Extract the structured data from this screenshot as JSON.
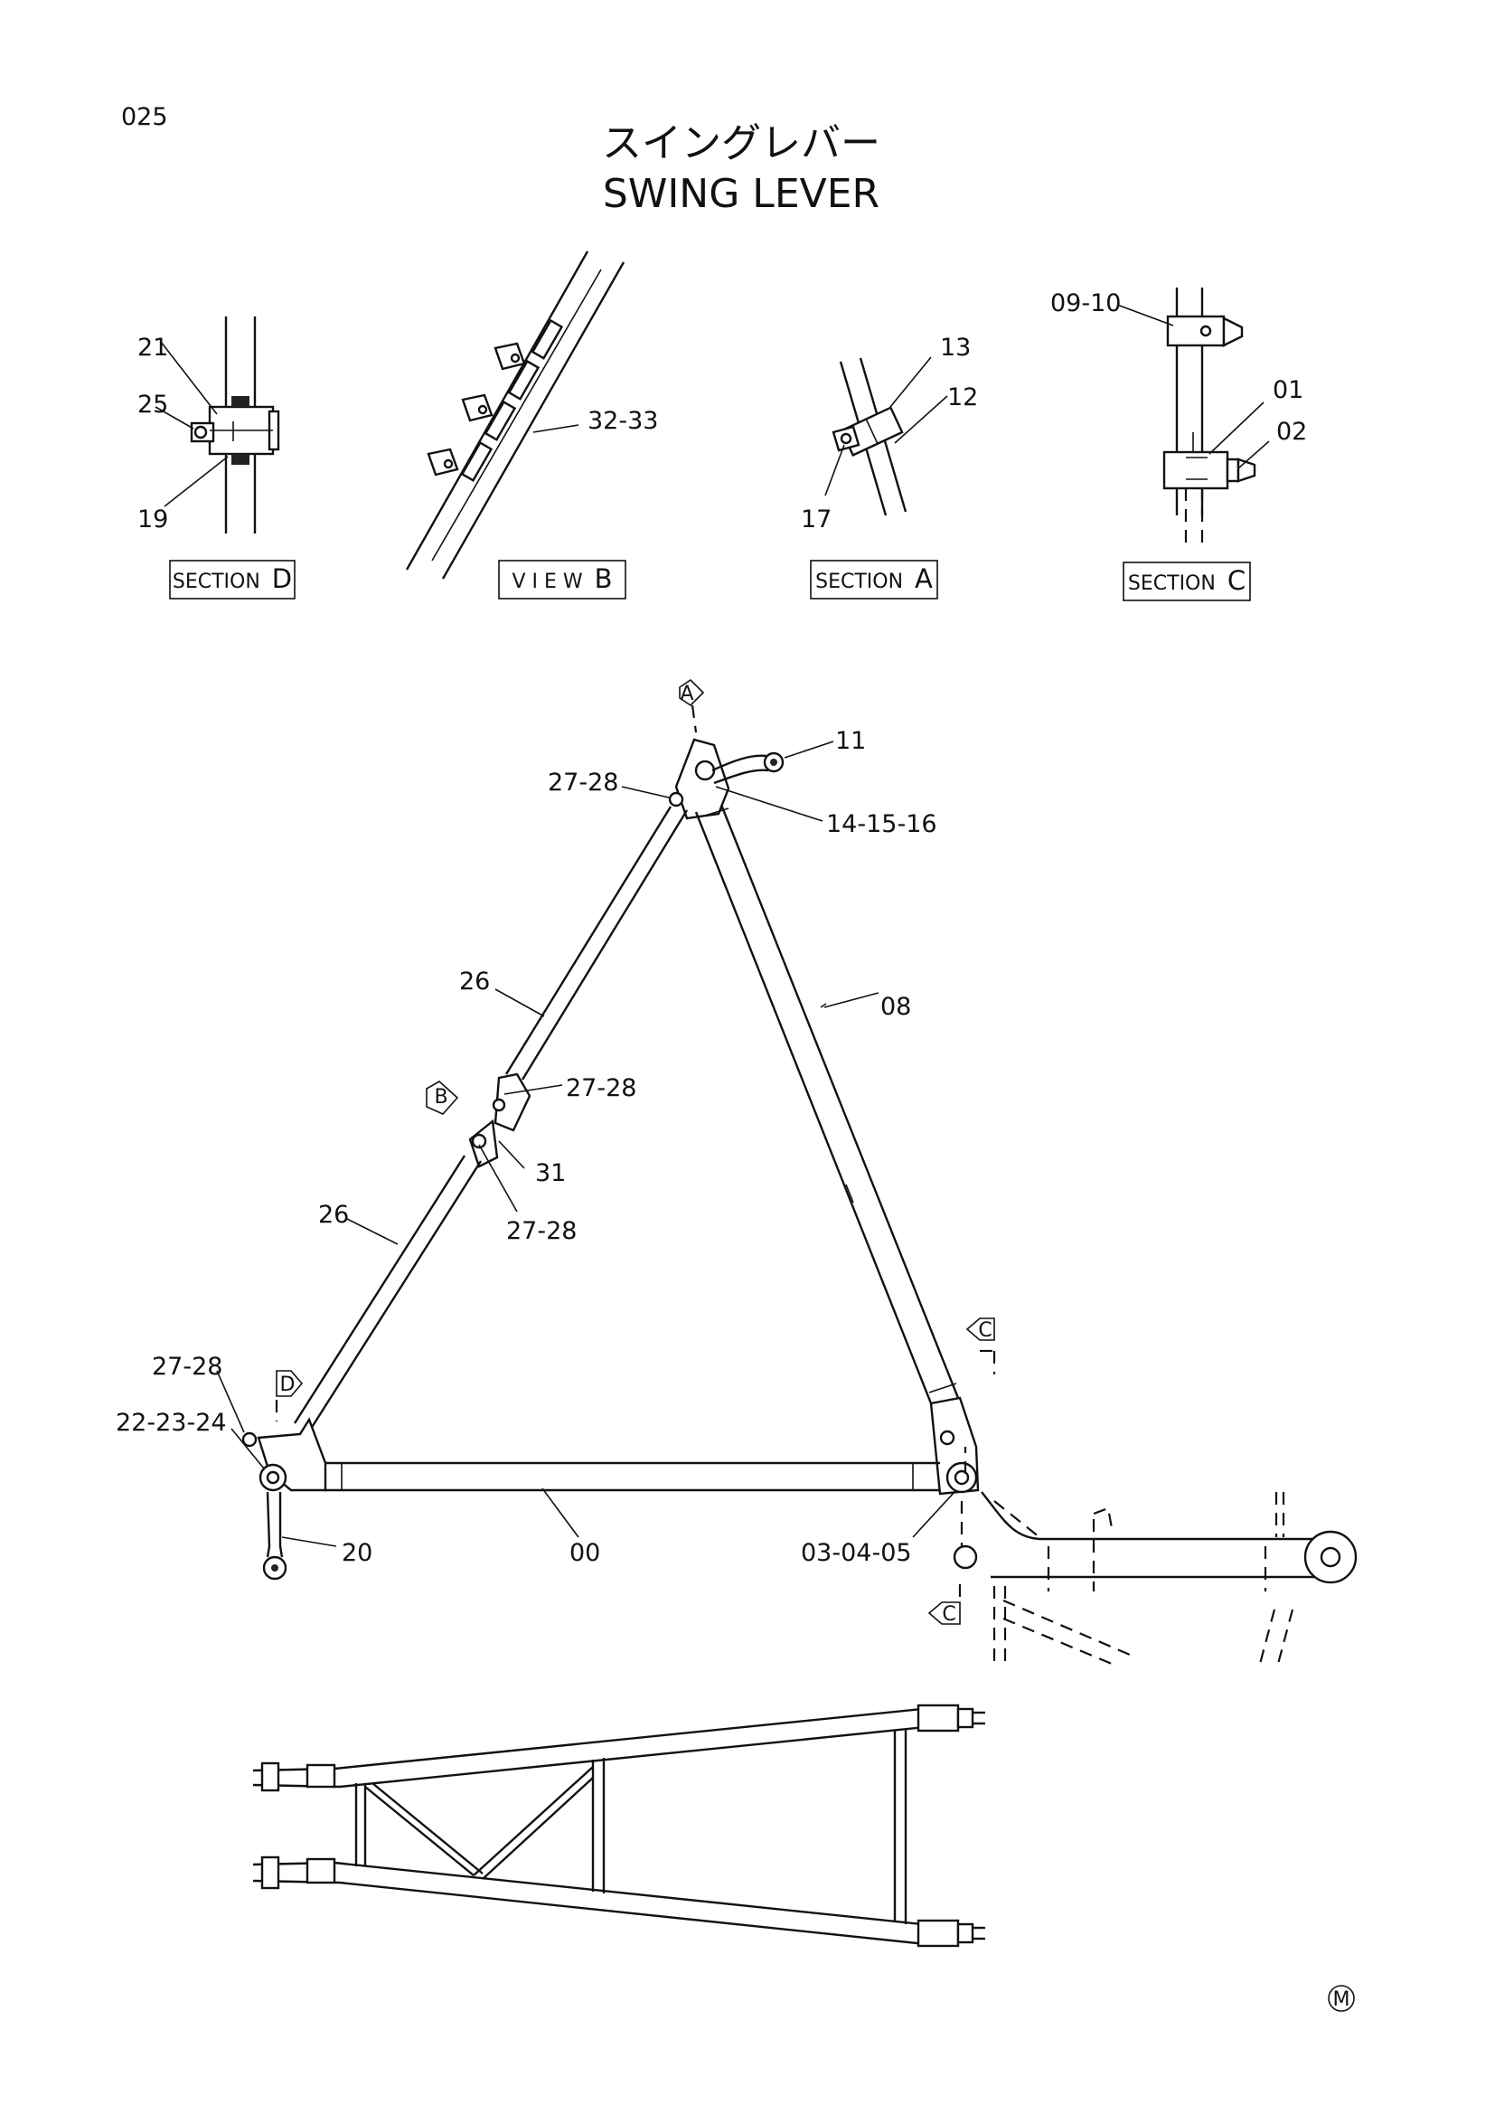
{
  "page_number": "025",
  "title_jp": "スイングレバー",
  "title_en": "SWING LEVER",
  "views": {
    "section_d": {
      "label": "SECTION",
      "letter": "D"
    },
    "view_b": {
      "label": "V I E W",
      "letter": "B"
    },
    "section_a": {
      "label": "SECTION",
      "letter": "A"
    },
    "section_c": {
      "label": "SECTION",
      "letter": "C"
    }
  },
  "section_d_parts": {
    "p21": "21",
    "p25": "25",
    "p19": "19"
  },
  "view_b_parts": {
    "p32_33": "32-33"
  },
  "section_a_parts": {
    "p13": "13",
    "p12": "12",
    "p17": "17"
  },
  "section_c_parts": {
    "p09_10": "09-10",
    "p01": "01",
    "p02": "02"
  },
  "main_parts": {
    "p11": "11",
    "p27_28_top": "27-28",
    "p14_15_16": "14-15-16",
    "p26_upper": "26",
    "p08": "08",
    "p27_28_mid_upper": "27-28",
    "p31": "31",
    "p26_lower": "26",
    "p27_28_mid_lower": "27-28",
    "p27_28_left": "27-28",
    "p22_23_24": "22-23-24",
    "p20": "20",
    "p00": "00",
    "p03_04_05": "03-04-05"
  },
  "arrow_markers": {
    "a": "A",
    "b": "B",
    "c_top": "C",
    "c_bottom": "C",
    "d": "D"
  },
  "corner_mark": "M"
}
